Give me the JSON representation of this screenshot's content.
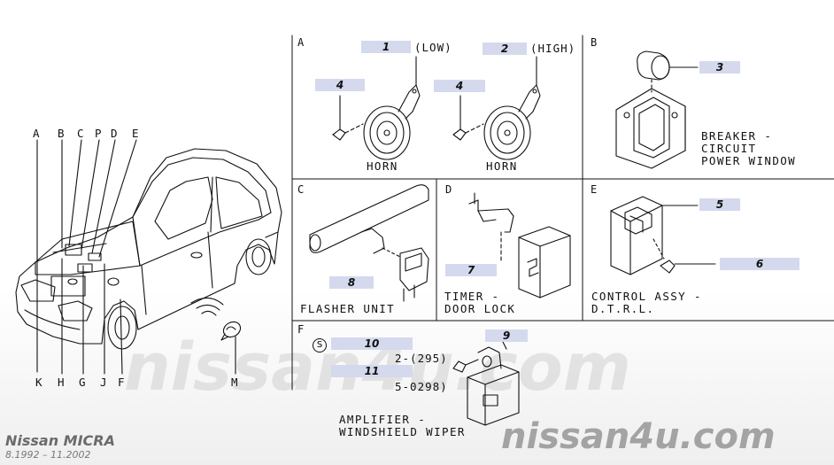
{
  "watermark": {
    "center": "nissan4u.com",
    "corner": "nissan4u.com"
  },
  "model": {
    "name": "Nissan MICRA",
    "years": "8.1992 – 11.2002"
  },
  "car_callouts_top": [
    "A",
    "B",
    "C",
    "P",
    "D",
    "E"
  ],
  "car_callouts_bottom": [
    "K",
    "H",
    "G",
    "J",
    "F",
    "M"
  ],
  "sections": {
    "a": {
      "letter": "A",
      "horn_low": {
        "part": "1",
        "qualifier": "(LOW)",
        "screw_part": "4",
        "label": "HORN"
      },
      "horn_high": {
        "part": "2",
        "qualifier": "(HIGH)",
        "screw_part": "4",
        "label": "HORN"
      }
    },
    "b": {
      "letter": "B",
      "part": "3",
      "label_lines": [
        "BREAKER -",
        "CIRCUIT",
        "POWER WINDOW"
      ]
    },
    "c": {
      "letter": "C",
      "part": "8",
      "label": "FLASHER UNIT"
    },
    "d": {
      "letter": "D",
      "part": "7",
      "label_lines": [
        "TIMER -",
        "DOOR LOCK"
      ]
    },
    "e": {
      "letter": "E",
      "part_unit": "5",
      "part_screw": "6",
      "label_lines": [
        "CONTROL ASSY -",
        "D.T.R.L."
      ]
    },
    "f": {
      "letter": "F",
      "symbol": "S",
      "part_bolt": "10",
      "part_nut": "11",
      "part_unit": "9",
      "qty_line_1": "2-(295)",
      "qty_line_2": "5-0298)",
      "label_lines": [
        "AMPLIFIER -",
        "WINDSHIELD WIPER"
      ]
    }
  }
}
